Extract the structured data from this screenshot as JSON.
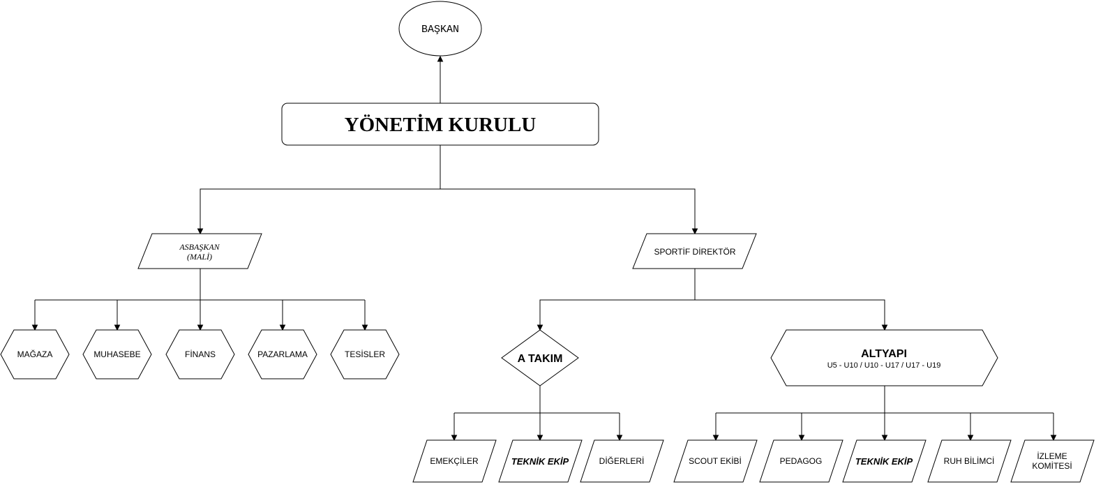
{
  "nodes": {
    "baskan": {
      "label": "BAŞKAN"
    },
    "yonetim_kurulu": {
      "label": "YÖNETİM KURULU"
    },
    "asbaskan": {
      "line1": "ASBAŞKAN",
      "line2": "(MALİ)"
    },
    "sportif_direktor": {
      "label": "SPORTİF DİREKTÖR"
    },
    "magaza": {
      "label": "MAĞAZA"
    },
    "muhasebe": {
      "label": "MUHASEBE"
    },
    "finans": {
      "label": "FİNANS"
    },
    "pazarlama": {
      "label": "PAZARLAMA"
    },
    "tesisler": {
      "label": "TESİSLER"
    },
    "a_takim": {
      "label": "A TAKIM"
    },
    "altyapi": {
      "label": "ALTYAPI",
      "sublabel": "U5 - U10 / U10 - U17 / U17 - U19"
    },
    "emekciler": {
      "label": "EMEKÇİLER"
    },
    "teknik_ekip_a": {
      "label": "TEKNİK EKİP"
    },
    "digerleri": {
      "label": "DİĞERLERİ"
    },
    "scout_ekibi": {
      "label": "SCOUT EKİBİ"
    },
    "pedagog": {
      "label": "PEDAGOG"
    },
    "teknik_ekip_b": {
      "label": "TEKNİK EKİP"
    },
    "ruh_bilimci": {
      "label": "RUH BİLİMCİ"
    },
    "izleme_komitesi": {
      "line1": "İZLEME",
      "line2": "KOMİTESİ"
    }
  }
}
